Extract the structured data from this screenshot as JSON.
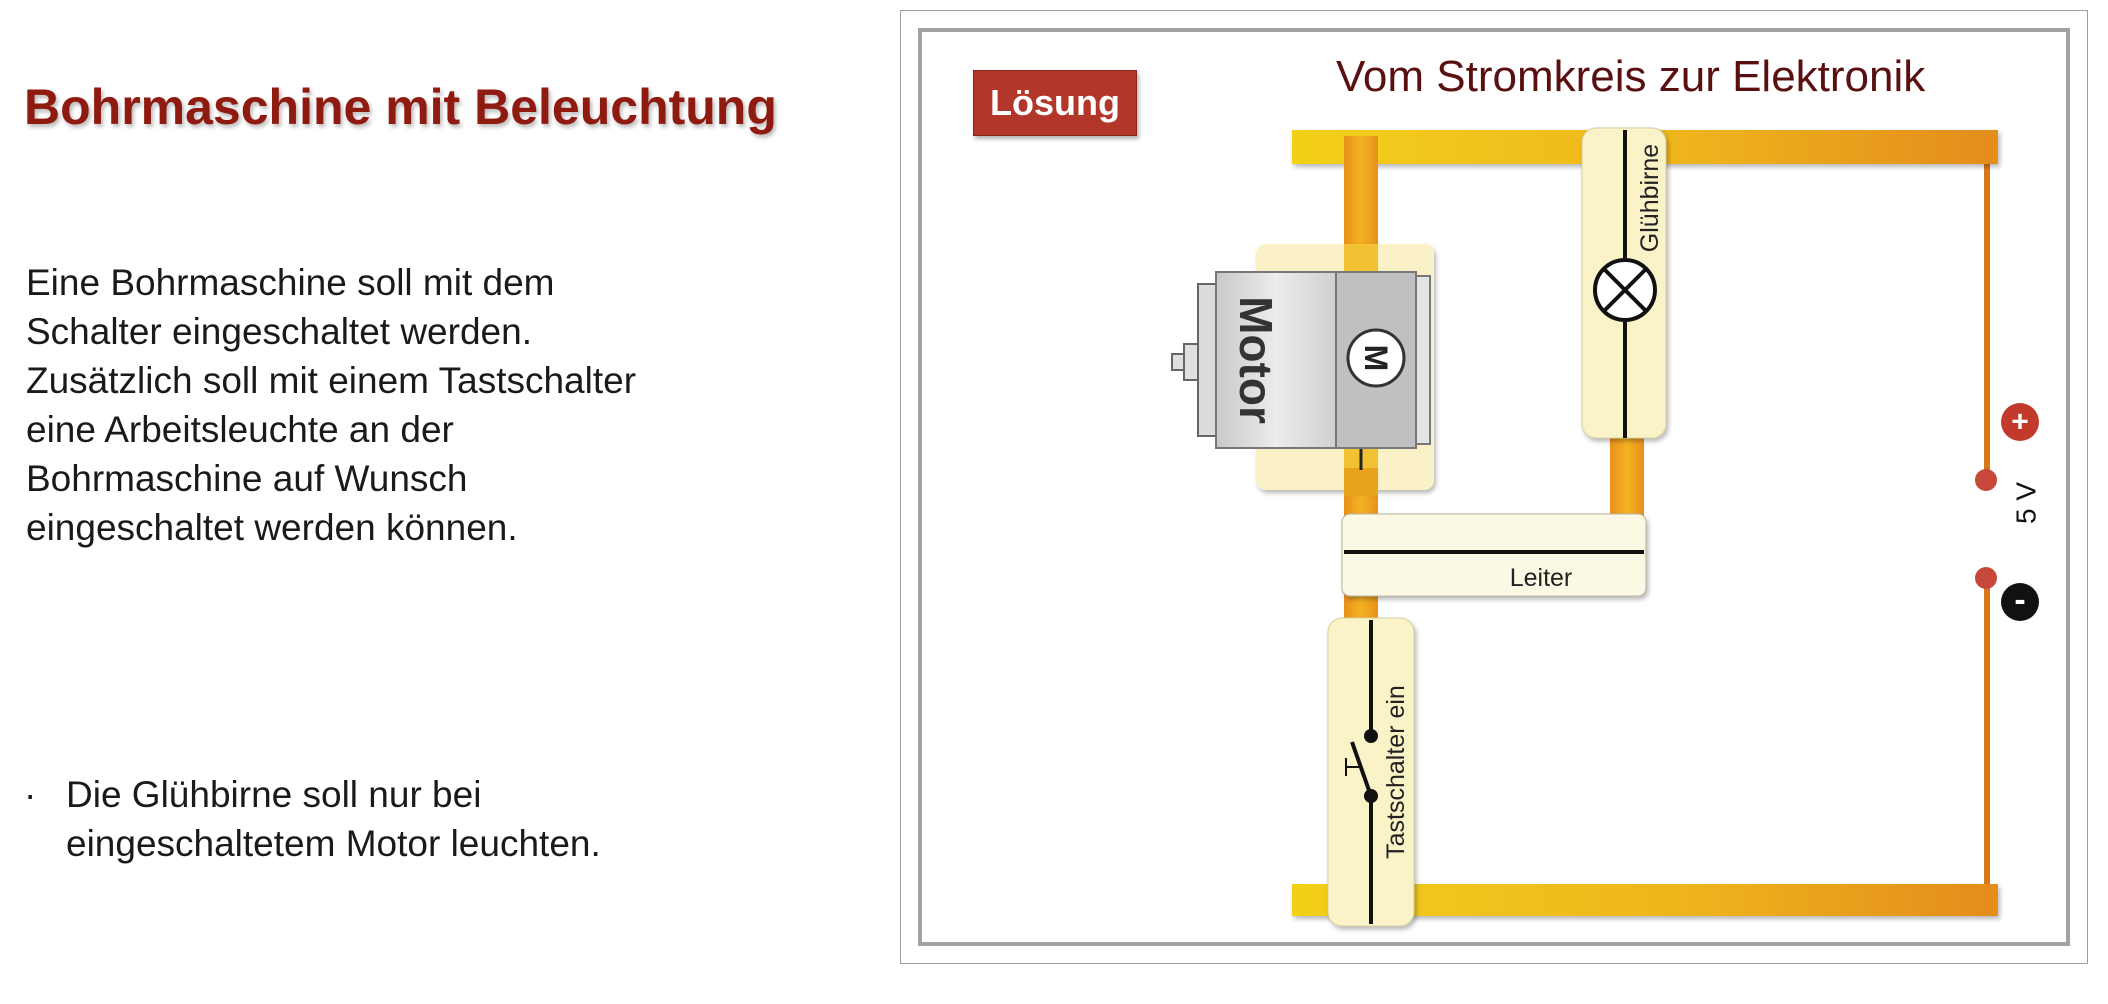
{
  "heading": "Bohrmaschine mit Beleuchtung",
  "description_lines": [
    "Eine Bohrmaschine soll mit dem",
    "Schalter eingeschaltet werden.",
    "Zusätzlich soll mit einem Tastschalter",
    "eine Arbeitsleuchte an der",
    "Bohrmaschine auf Wunsch",
    "eingeschaltet werden können."
  ],
  "bullet": {
    "marker": "·",
    "lines": [
      "Die Glühbirne soll nur bei",
      "eingeschaltetem Motor leuchten."
    ]
  },
  "diagram": {
    "title": "Vom Stromkreis zur Elektronik",
    "solution_button": "Lösung",
    "components": {
      "motor_label": "Motor",
      "motor_symbol": "M",
      "lamp_label": "Glühbirne",
      "conductor_label": "Leiter",
      "push_switch_label": "Tastschalter ein"
    },
    "source": {
      "voltage_label": "5 V",
      "plus_symbol": "+",
      "minus_symbol": "-"
    }
  },
  "colors": {
    "heading": "#8f1a10",
    "diagram_title": "#5a1010",
    "solution_button": "#b3362b",
    "wire_yellow": "#f2c81a",
    "wire_orange": "#e0821a",
    "component_plate": "#fbf3c8",
    "terminal_red": "#c23a2c"
  }
}
